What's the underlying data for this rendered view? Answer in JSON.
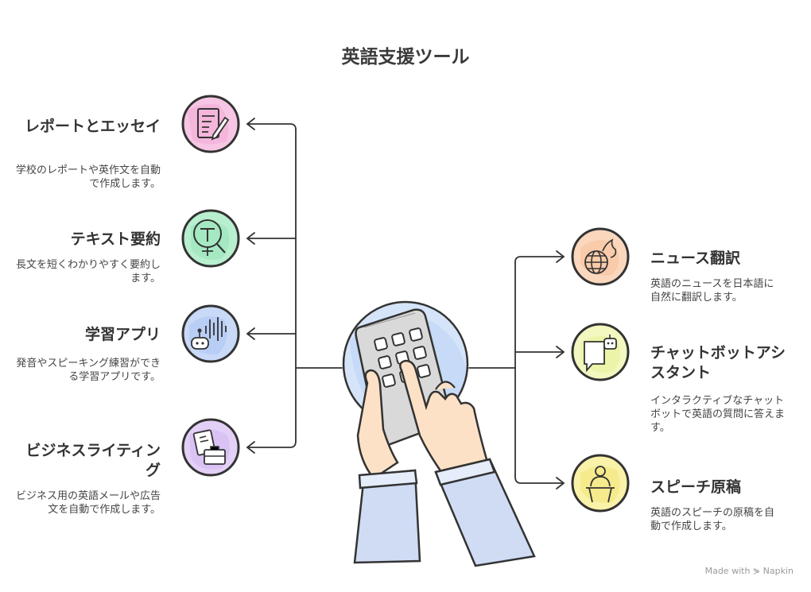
{
  "title": "英語支援ツール",
  "left_items": [
    {
      "title": "レポートとエッセイ",
      "description": "学校のレポートや英作文を自動で作成します。",
      "icon": "document-pencil-icon",
      "color": "#f7c6e4"
    },
    {
      "title": "テキスト要約",
      "description": "長文を短くわかりやすく要約します。",
      "icon": "text-magnify-icon",
      "color": "#b8efcf"
    },
    {
      "title": "学習アプリ",
      "description": "発音やスピーキング練習ができる学習アプリです。",
      "icon": "voice-robot-icon",
      "color": "#c9d9f8"
    },
    {
      "title": "ビジネスライティング",
      "description": "ビジネス用の英語メールや広告文を自動で作成します。",
      "icon": "briefcase-documents-icon",
      "color": "#e3d0f7"
    }
  ],
  "right_items": [
    {
      "title": "ニュース翻訳",
      "description": "英語のニュースを日本語に自然に翻訳します。",
      "icon": "globe-fire-icon",
      "color": "#fbd7bd"
    },
    {
      "title": "チャットボットアシスタント",
      "description": "インタラクティブなチャットボットで英語の質問に答えます。",
      "icon": "chatbot-icon",
      "color": "#f3f7c0"
    },
    {
      "title": "スピーチ原稿",
      "description": "英語のスピーチの原稿を自動で作成します。",
      "icon": "speaker-podium-icon",
      "color": "#f9f2a8"
    }
  ],
  "center_icon": "hands-keypad-icon",
  "footer": {
    "made_with": "Made with",
    "brand": "Napkin"
  }
}
